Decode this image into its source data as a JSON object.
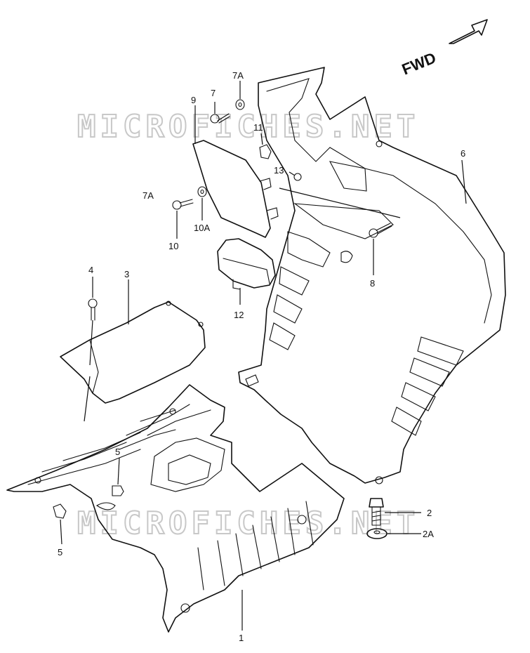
{
  "watermark": {
    "top": "MICROFICHES.NET",
    "bottom": "MICROFICHES.NET"
  },
  "direction": {
    "text": "FWD"
  },
  "labels": {
    "l1": "1",
    "l2": "2",
    "l2a": "2A",
    "l3": "3",
    "l4": "4",
    "l5a": "5",
    "l5b": "5",
    "l6": "6",
    "l7": "7",
    "l7a_top": "7A",
    "l7a_left": "7A",
    "l8": "8",
    "l9": "9",
    "l10": "10",
    "l10a": "10A",
    "l11": "11",
    "l12": "12",
    "l13": "13"
  },
  "colors": {
    "line": "#111111",
    "watermark": "#c8c8c8",
    "background": "#ffffff"
  }
}
